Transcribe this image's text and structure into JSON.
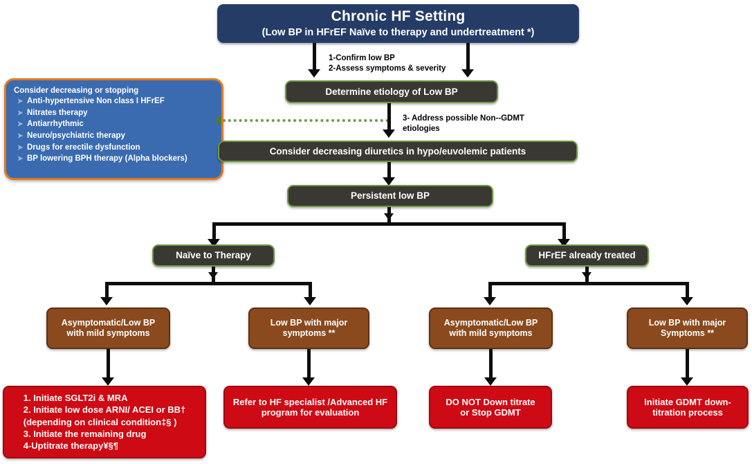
{
  "diagram": {
    "title": "Chronic HF Setting",
    "subtitle": "(Low BP in HFrEF Naïve to therapy and undertreatment *)",
    "colors": {
      "navy": "#253C66",
      "charcoal": "#3A3833",
      "green_border": "#6E9B40",
      "brown": "#8A4A1E",
      "red": "#CE0A14",
      "blue_panel": "#3A6BB0",
      "orange_border": "#E07B20",
      "arrow": "#0D0D0D"
    }
  },
  "annotations": {
    "step12": "1-Confirm low BP\n2-Assess symptoms & severity",
    "step3": "3- Address possible Non--GDMT\netiologies"
  },
  "side_panel": {
    "heading": "Consider decreasing or stopping",
    "bullet_glyph": "➤",
    "items": [
      "Anti-hypertensive Non class I HFrEF",
      "Nitrates therapy",
      "Antiarrhythmic",
      "Neuro/psychiatric therapy",
      "Drugs for erectile dysfunction",
      "BP lowering BPH therapy (Alpha blockers)"
    ]
  },
  "nodes": {
    "etiology": "Determine etiology of Low BP",
    "diuretics": "Consider decreasing diuretics in hypo/euvolemic patients",
    "persistent": "Persistent low BP",
    "naive_branch": "Naïve to Therapy",
    "treated_branch": "HFrEF already treated",
    "naive_mild": "Asymptomatic/Low BP\nwith mild symptoms",
    "naive_major": "Low BP with major\nsymptoms  **",
    "treated_mild": "Asymptomatic/Low BP\nwith mild symptoms",
    "treated_major": "Low BP with major\nSymptoms **",
    "outcome_naive_mild": "1.   Initiate SGLT2i  & MRA\n2. Initiate low dose ARNI/ ACEI or BB†\n(depending on clinical condition‡§ )\n3. Initiate the remaining drug\n4-Uptitrate therapy¥§¶",
    "outcome_naive_major": "Refer to HF specialist /Advanced HF\nprogram for evaluation",
    "outcome_treated_mild": "DO NOT Down titrate\nor Stop GDMT",
    "outcome_treated_major": "Initiate GDMT down-\ntitration process"
  }
}
